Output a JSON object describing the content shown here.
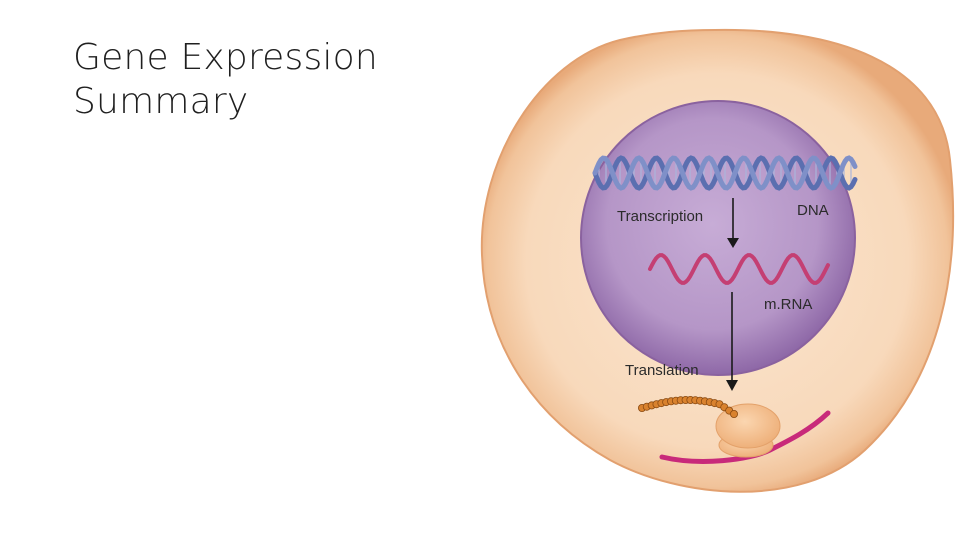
{
  "slide": {
    "title_line1": "Gene Expression",
    "title_line2": "Summary"
  },
  "diagram": {
    "labels": {
      "transcription": "Transcription",
      "dna": "DNA",
      "mrna": "m.RNA",
      "translation": "Translation"
    },
    "colors": {
      "cell_fill": "#f7d8bd",
      "cell_edge": "#e7ad7e",
      "nucleus_fill": "#b89ac8",
      "dna_strand": "#5b6fb0",
      "mrna_strand": "#c43f73",
      "cytoplasm_mrna": "#c82a7a",
      "ribosome": "#f4c08f",
      "protein_bead": "#d9822e",
      "arrow": "#1a1a1a"
    }
  }
}
